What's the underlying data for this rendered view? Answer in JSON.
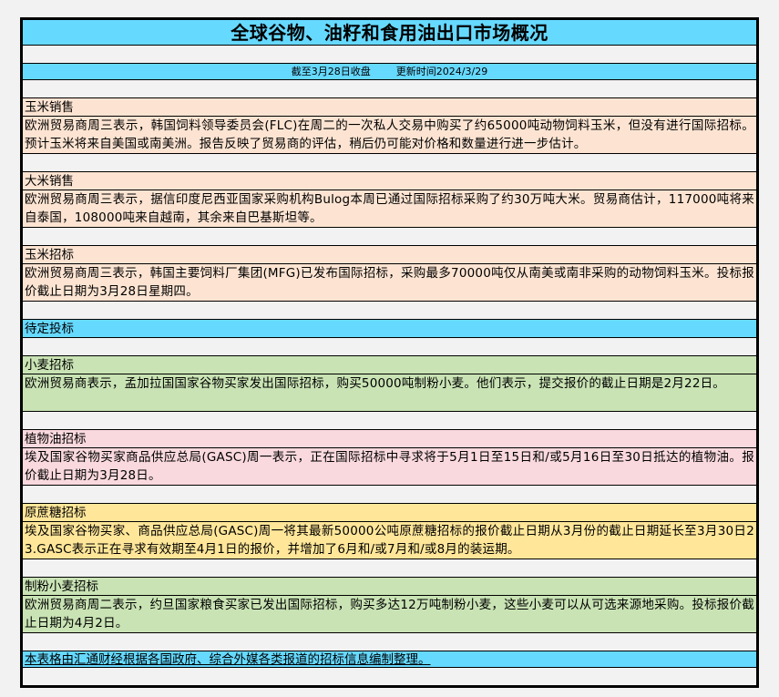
{
  "title": "全球谷物、油籽和食用油出口市场概况",
  "date_row": {
    "close_label": "截至3月28日收盘",
    "update_label": "更新时间2024/3/29"
  },
  "sections": [
    {
      "heading": "玉米销售",
      "body": "欧洲贸易商周三表示，韩国饲料领导委员会(FLC)在周二的一次私人交易中购买了约65000吨动物饲料玉米，但没有进行国际招标。预计玉米将来自美国或南美洲。报告反映了贸易商的评估，稍后仍可能对价格和数量进行进一步估计。",
      "color": "#fde4d2"
    },
    {
      "heading": "大米销售",
      "body": "欧洲贸易商周三表示，据信印度尼西亚国家采购机构Bulog本周已通过国际招标采购了约30万吨大米。贸易商估计，117000吨将来自泰国，108000吨来自越南，其余来自巴基斯坦等。",
      "color": "#fde4d2"
    },
    {
      "heading": "玉米招标",
      "body": "欧洲贸易商周三表示，韩国主要饲料厂集团(MFG)已发布国际招标，采购最多70000吨仅从南美或南非采购的动物饲料玉米。投标报价截止日期为3月28日星期四。",
      "color": "#fde4d2"
    }
  ],
  "pending_label": "待定投标",
  "pending_sections": [
    {
      "heading": "小麦招标",
      "body": "欧洲贸易商表示，孟加拉国国家谷物买家发出国际招标，购买50000吨制粉小麦。他们表示，提交报价的截止日期是2月22日。",
      "color": "#c9e3b4"
    },
    {
      "heading": "植物油招标",
      "body": "埃及国家谷物买家商品供应总局(GASC)周一表示，正在国际招标中寻求将于5月1日至15日和/或5月16日至30日抵达的植物油。报价截止日期为3月28日。",
      "color": "#f9d9de"
    },
    {
      "heading": "原蔗糖招标",
      "body": "埃及国家谷物买家、商品供应总局(GASC)周一将其最新50000公吨原蔗糖招标的报价截止日期从3月份的截止日期延长至3月30日23.GASC表示正在寻求有效期至4月1日的报价，并增加了6月和/或7月和/或8月的装运期。",
      "color": "#ffe699"
    },
    {
      "heading": "制粉小麦招标",
      "body": "欧洲贸易商周二表示，约旦国家粮食买家已发出国际招标，购买多达12万吨制粉小麦，这些小麦可以从可选来源地采购。投标报价截止日期为4月2日。",
      "color": "#c9e3b4"
    }
  ],
  "footer_note": "本表格由汇通财经根据各国政府、综合外媒各类报道的招标信息编制整理。",
  "colors": {
    "header_blue": "#66d9ff",
    "peach": "#fde4d2",
    "green": "#c9e3b4",
    "pink": "#f9d9de",
    "yellow": "#ffe699",
    "background": "#f2f2f2"
  }
}
